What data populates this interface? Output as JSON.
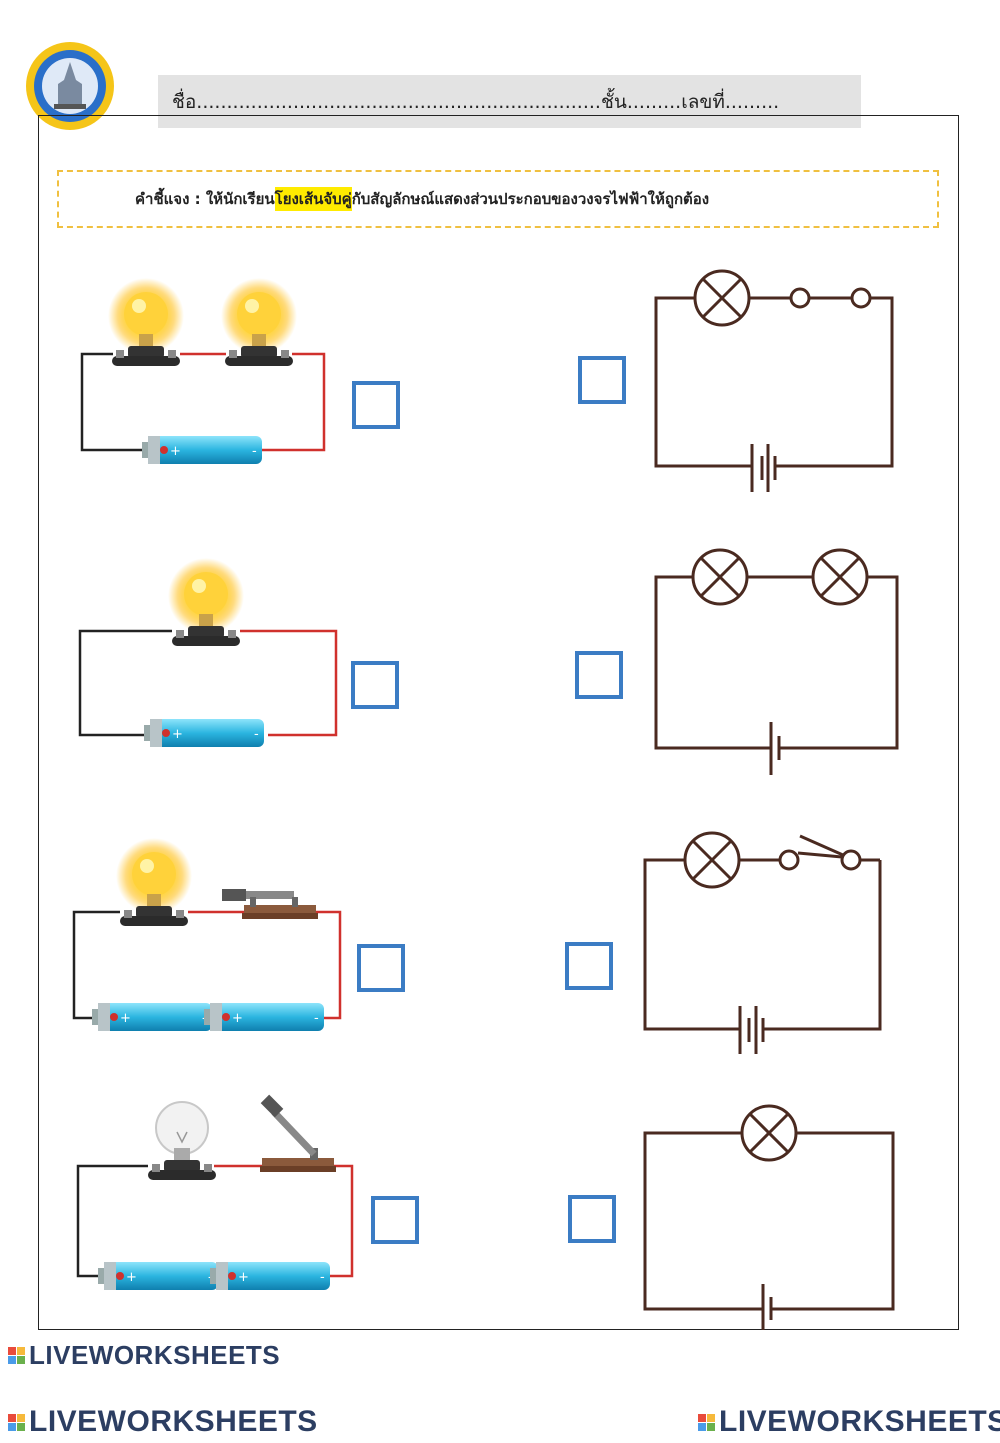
{
  "header": {
    "name_line": "ชื่อ...................................................................ชั้น.........เลขที่........."
  },
  "instructions": {
    "prefix": "คำชี้แจง : ให้นักเรียน",
    "highlight": "โยงเส้นจับคู่",
    "suffix": "กับสัญลักษณ์แสดงส่วนประกอบของวงจรไฟฟ้าให้ถูกต้อง"
  },
  "brand": {
    "text": "LIVEWORKSHEETS",
    "colors": [
      "#e94b3c",
      "#f6b93b",
      "#4a9be8",
      "#6ab04c"
    ]
  },
  "pictures": [
    {
      "bulbs": 2,
      "batteries": 1,
      "switch": "none",
      "lit": true
    },
    {
      "bulbs": 1,
      "batteries": 1,
      "switch": "none",
      "lit": true
    },
    {
      "bulbs": 1,
      "batteries": 2,
      "switch": "closed",
      "lit": true
    },
    {
      "bulbs": 1,
      "batteries": 2,
      "switch": "open",
      "lit": false
    }
  ],
  "symbols": [
    {
      "lamps": 1,
      "cells": 2,
      "switch": "closed"
    },
    {
      "lamps": 2,
      "cells": 1,
      "switch": "none"
    },
    {
      "lamps": 1,
      "cells": 2,
      "switch": "open"
    },
    {
      "lamps": 1,
      "cells": 1,
      "switch": "none"
    }
  ],
  "colors": {
    "checkbox": "#3b7cc4",
    "wire_red": "#d0312d",
    "wire_black": "#222222",
    "schematic": "#4a2a20",
    "battery": "#2bb5e0",
    "highlight": "#ffeb00"
  }
}
